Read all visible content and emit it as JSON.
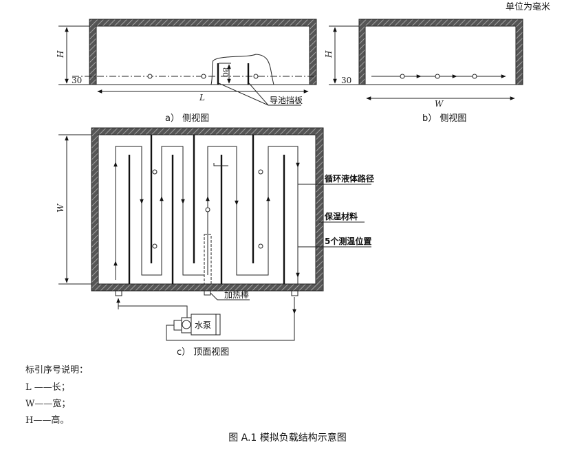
{
  "unit_note": "单位为毫米",
  "side_view_a": {
    "caption": "a） 侧视图",
    "dim_height": "H",
    "dim_offset": "30",
    "dim_baffle": "80",
    "dim_length": "L",
    "baffle_label": "导池挡板"
  },
  "side_view_b": {
    "caption": "b） 侧视图",
    "dim_height": "H",
    "dim_offset": "30",
    "dim_width": "W"
  },
  "top_view_c": {
    "caption": "c） 顶面视图",
    "dim_width": "W",
    "label_flow_path": "循环液体路径",
    "label_insulation": "保温材料",
    "label_sensors": "5个测温位置",
    "label_heater": "加热棒",
    "label_pump": "水泵"
  },
  "legend": {
    "title": "标引序号说明：",
    "items": [
      "L ——长；",
      "W——宽；",
      "H——高。"
    ]
  },
  "figure_title": "图 A.1   模拟负载结构示意图"
}
